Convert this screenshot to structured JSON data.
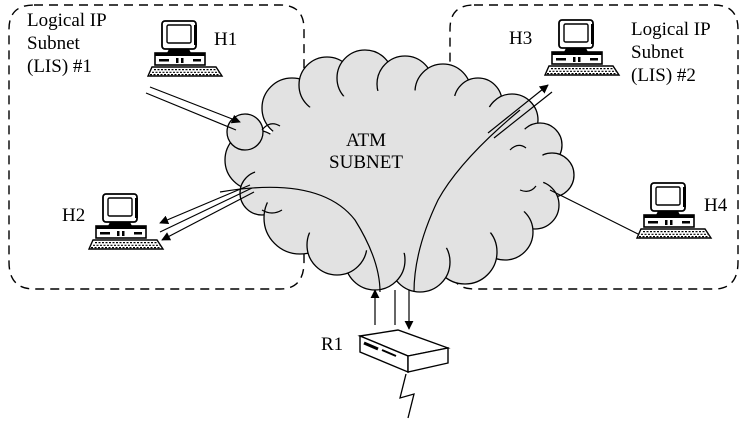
{
  "subnets": {
    "lis1": {
      "line1": "Logical IP",
      "line2": "Subnet",
      "line3": "(LIS) #1"
    },
    "lis2": {
      "line1": "Logical IP",
      "line2": "Subnet",
      "line3": "(LIS) #2"
    }
  },
  "cloud": {
    "line1": "ATM",
    "line2": "SUBNET"
  },
  "hosts": {
    "h1": "H1",
    "h2": "H2",
    "h3": "H3",
    "h4": "H4"
  },
  "router": {
    "label": "R1"
  },
  "colors": {
    "cloud_fill": "#e2e2e2",
    "line": "#000000",
    "background": "#ffffff"
  }
}
